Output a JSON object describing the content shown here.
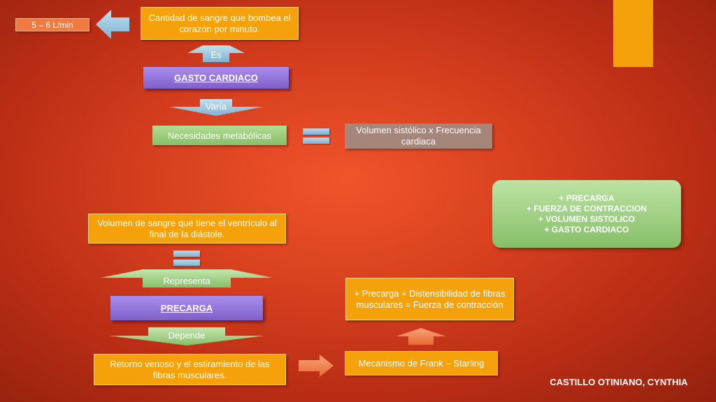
{
  "flow_top": {
    "rate": "5 – 6 L/min",
    "definition": "Cantidad de sangre que bombea el corazón por minuto.",
    "es_label": "Es",
    "gasto": "GASTO CARDIACO",
    "varia_label": "Varía",
    "necesidades": "Necesidades metabólicas",
    "formula": "Volumen sistólico x Frecuencia cardiaca"
  },
  "summary_box": {
    "lines": [
      "+ PRECARGA",
      "+ FUERZA DE CONTRACCION",
      "+ VOLUMEN SISTOLICO",
      "+ GASTO CARDIACO"
    ]
  },
  "flow_bottom": {
    "volumen": "Volumen de sangre que tiene el ventrículo al final de la diástole.",
    "representa_label": "Representa",
    "precarga": "PRECARGA",
    "depende_label": "Depende",
    "retorno": "Retorno venoso y el estiramiento de las fibras musculares.",
    "frank": "Mecanismo de Frank – Starling",
    "distensibilidad": "+ Precarga + Distensibilidad de fibras musculares = Fuerza de contracción"
  },
  "author": "CASTILLO OTINIANO, CYNTHIA",
  "colors": {
    "accent_orange": "#f5a10a",
    "purple": "#8f72d8",
    "green": "#9ccf7c",
    "arrow_blue": "#8cc0dc",
    "arrow_orange": "#f07a40"
  }
}
